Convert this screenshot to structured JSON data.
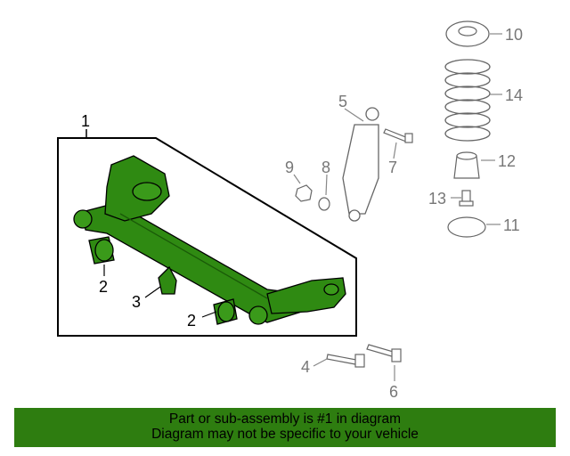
{
  "callouts": {
    "c1": "1",
    "c2a": "2",
    "c2b": "2",
    "c3": "3",
    "c4": "4",
    "c5": "5",
    "c6": "6",
    "c7": "7",
    "c8": "8",
    "c9": "9",
    "c10": "10",
    "c11": "11",
    "c12": "12",
    "c13": "13",
    "c14": "14"
  },
  "footer": {
    "line1": "Part or sub-assembly is #1 in diagram",
    "line2": "Diagram may not be specific to your vehicle"
  },
  "colors": {
    "highlight": "#2f8a12",
    "footer_bg": "#2e7d10",
    "grey_part": "#888888"
  }
}
